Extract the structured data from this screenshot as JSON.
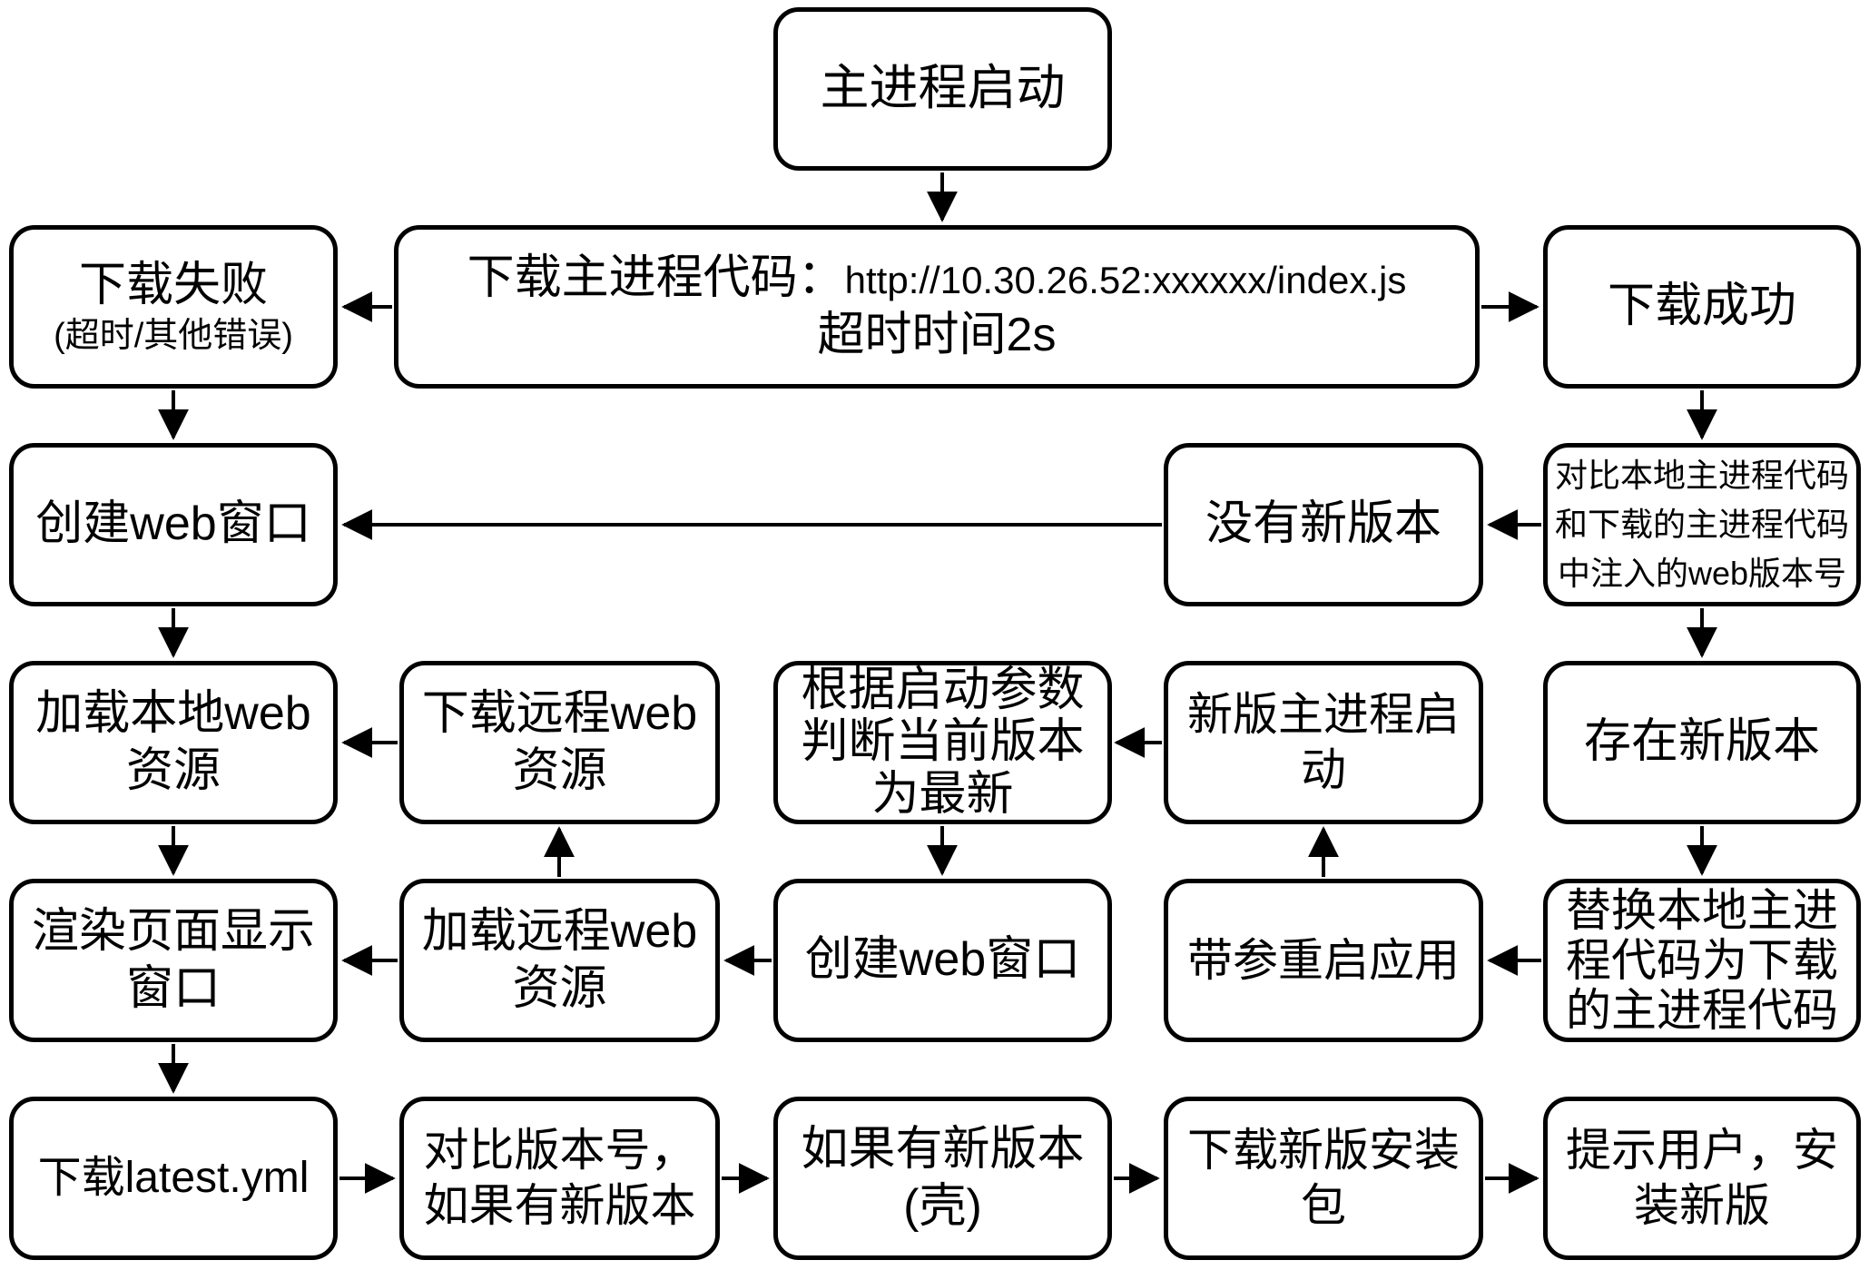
{
  "diagram": {
    "type": "flowchart",
    "colors": {
      "box_fill": "#ffffff",
      "box_border": "#000000",
      "arrow": "#000000",
      "background": "#ffffff"
    },
    "nodes": {
      "start": {
        "label": "主进程启动"
      },
      "download_fail": {
        "title": "下载失败",
        "subtitle": "(超时/其他错误)"
      },
      "download_main": {
        "label": "下载主进程代码：",
        "url": "http://10.30.26.52:xxxxxx/index.js",
        "line2": "超时时间2s"
      },
      "download_success": {
        "label": "下载成功"
      },
      "create_web_window": {
        "label": "创建web窗口"
      },
      "no_new_version": {
        "label": "没有新版本"
      },
      "compare_injected_version": {
        "lines": [
          "对比本地主进程代码",
          "和下载的主进程代码",
          "中注入的web版本号"
        ]
      },
      "load_local_web": {
        "lines": [
          "加载本地web",
          "资源"
        ]
      },
      "download_remote_web": {
        "lines": [
          "下载远程web",
          "资源"
        ]
      },
      "judge_current_latest": {
        "lines": [
          "根据启动参数",
          "判断当前版本",
          "为最新"
        ]
      },
      "new_main_process_start": {
        "lines": [
          "新版主进程启",
          "动"
        ]
      },
      "exist_new_version": {
        "label": "存在新版本"
      },
      "render_page_window": {
        "lines": [
          "渲染页面显示",
          "窗口"
        ]
      },
      "load_remote_web": {
        "lines": [
          "加载远程web",
          "资源"
        ]
      },
      "create_web_window_2": {
        "label": "创建web窗口"
      },
      "restart_with_args": {
        "label": "带参重启应用"
      },
      "replace_local_main_code": {
        "lines": [
          "替换本地主进",
          "程代码为下载",
          "的主进程代码"
        ]
      },
      "download_latest_yml": {
        "label": "下载latest.yml"
      },
      "compare_version_number": {
        "lines": [
          "对比版本号，",
          "如果有新版本"
        ]
      },
      "if_new_version_shell": {
        "lines": [
          "如果有新版本",
          "(壳)"
        ]
      },
      "download_new_installer": {
        "lines": [
          "下载新版安装",
          "包"
        ]
      },
      "prompt_user_install": {
        "lines": [
          "提示用户，安",
          "装新版"
        ]
      }
    },
    "edges": [
      {
        "from": "start",
        "to": "download_main"
      },
      {
        "from": "download_main",
        "to": "download_fail"
      },
      {
        "from": "download_main",
        "to": "download_success"
      },
      {
        "from": "download_fail",
        "to": "create_web_window"
      },
      {
        "from": "download_success",
        "to": "compare_injected_version"
      },
      {
        "from": "compare_injected_version",
        "to": "no_new_version"
      },
      {
        "from": "no_new_version",
        "to": "create_web_window"
      },
      {
        "from": "create_web_window",
        "to": "load_local_web"
      },
      {
        "from": "compare_injected_version",
        "to": "exist_new_version"
      },
      {
        "from": "download_remote_web",
        "to": "load_local_web"
      },
      {
        "from": "new_main_process_start",
        "to": "judge_current_latest"
      },
      {
        "from": "exist_new_version",
        "to": "replace_local_main_code"
      },
      {
        "from": "load_local_web",
        "to": "render_page_window"
      },
      {
        "from": "judge_current_latest",
        "to": "create_web_window_2"
      },
      {
        "from": "load_remote_web",
        "to": "download_remote_web"
      },
      {
        "from": "restart_with_args",
        "to": "new_main_process_start"
      },
      {
        "from": "replace_local_main_code",
        "to": "restart_with_args"
      },
      {
        "from": "create_web_window_2",
        "to": "load_remote_web"
      },
      {
        "from": "load_remote_web",
        "to": "render_page_window"
      },
      {
        "from": "render_page_window",
        "to": "download_latest_yml"
      },
      {
        "from": "download_latest_yml",
        "to": "compare_version_number"
      },
      {
        "from": "compare_version_number",
        "to": "if_new_version_shell"
      },
      {
        "from": "if_new_version_shell",
        "to": "download_new_installer"
      },
      {
        "from": "download_new_installer",
        "to": "prompt_user_install"
      }
    ]
  }
}
